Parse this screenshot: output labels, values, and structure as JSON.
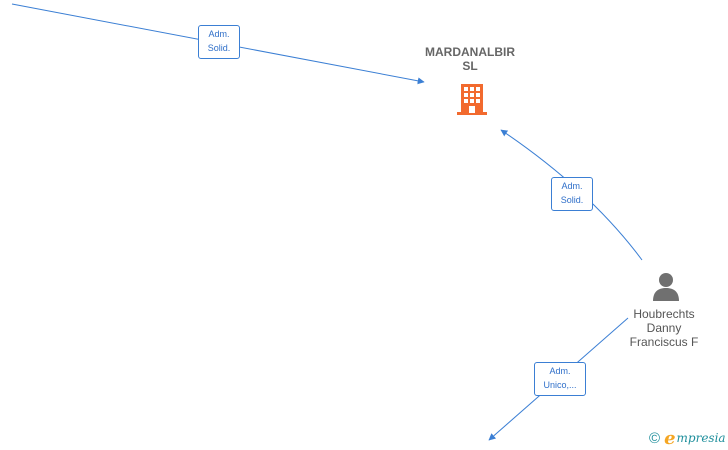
{
  "nodes": {
    "company": {
      "label_line1": "MARDANALBIR",
      "label_line2": "SL",
      "icon": "building-icon",
      "color": "#f26a2e"
    },
    "person": {
      "label_line1": "Houbrechts",
      "label_line2": "Danny",
      "label_line3": "Franciscus F",
      "icon": "person-icon",
      "color": "#666666"
    }
  },
  "edges": [
    {
      "line1": "Adm.",
      "line2": "Solid."
    },
    {
      "line1": "Adm.",
      "line2": "Solid."
    },
    {
      "line1": "Adm.",
      "line2": "Unico,..."
    }
  ],
  "colors": {
    "edge": "#3b7fd4",
    "edge_text": "#2f6fc9"
  },
  "brand": {
    "copyright": "©",
    "initial": "e",
    "name": "mpresia"
  }
}
